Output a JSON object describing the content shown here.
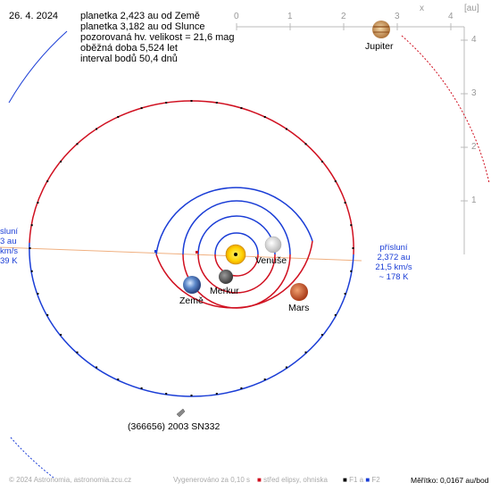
{
  "date": "26. 4. 2024",
  "info": [
    "planetka 2,423 au od Země",
    "planetka 3,182 au od Slunce",
    "pozorovaná hv. velikost = 21,6 mag",
    "oběžná doba 5,524 let",
    "interval bodů 50,4 dnů"
  ],
  "asteroid_label": "(366656) 2003 SN332",
  "planets": {
    "jupiter": "Jupiter",
    "venus": "Venuše",
    "mercury": "Merkur",
    "earth": "Země",
    "mars": "Mars"
  },
  "perihelion_right": [
    "přísluní",
    "2,372 au",
    "21,5 km/s",
    "~ 178 K"
  ],
  "perihelion_left": [
    "sluní",
    "3 au",
    "km/s",
    "39 K"
  ],
  "axis": {
    "unit": "[au]",
    "x_ticks": [
      "0",
      "1",
      "2",
      "3",
      "4"
    ],
    "y_ticks": [
      "1",
      "2",
      "3",
      "4"
    ],
    "x_letter": "x"
  },
  "footer": {
    "copyright": "© 2024 Astronomia, astronomia.zcu.cz",
    "generated": "Vygenerováno za 0,10 s",
    "legend_center": "střed elipsy, ohniska",
    "legend_f1": "F1",
    "legend_a": "a",
    "legend_f2": "F2",
    "scale": "Měřítko: 0,0167 au/bod"
  },
  "colors": {
    "orbit_red": "#d01020",
    "orbit_blue": "#1a3dd6",
    "sun": "#ffd21a",
    "line": "#f0b080"
  }
}
